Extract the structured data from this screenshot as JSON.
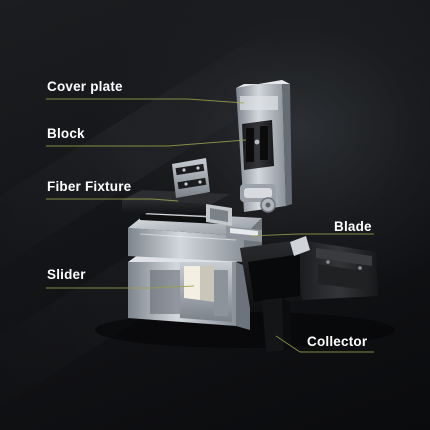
{
  "labels": {
    "cover_plate": "Cover plate",
    "block": "Block",
    "fiber_fixture": "Fiber Fixture",
    "blade": "Blade",
    "slider": "Slider",
    "collector": "Collector"
  },
  "colors": {
    "background": "#121316",
    "label_text": "#ffffff",
    "leader_line": "#9aa04a",
    "metal": "#a9b0b8",
    "plastic": "#1a1a1c"
  }
}
